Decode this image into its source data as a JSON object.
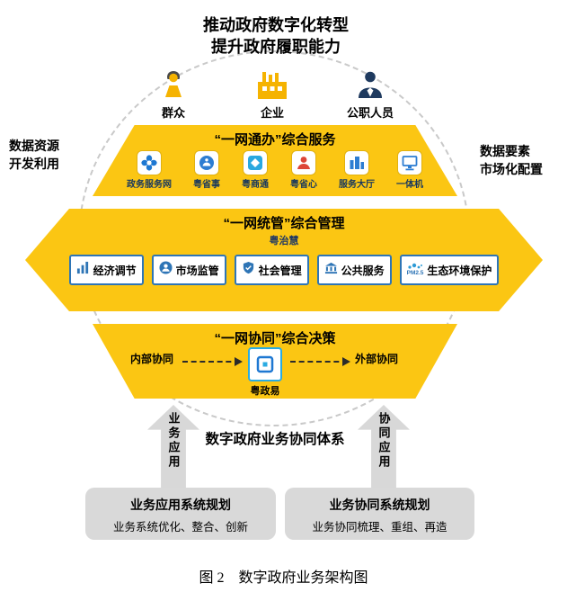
{
  "header": {
    "title_line1": "推动政府数字化转型",
    "title_line2": "提升政府履职能力"
  },
  "actors": [
    {
      "label": "群众"
    },
    {
      "label": "企业"
    },
    {
      "label": "公职人员"
    }
  ],
  "sides": {
    "left_line1": "数据资源",
    "left_line2": "开发利用",
    "right_line1": "数据要素",
    "right_line2": "市场化配置"
  },
  "service_band": {
    "title": "“一网通办”综合服务",
    "apps": [
      "政务服务网",
      "粤省事",
      "粤商通",
      "粤省心",
      "服务大厅",
      "一体机"
    ]
  },
  "manage_band": {
    "title": "“一网统管”综合管理",
    "subtitle": "粤治慧",
    "domains": [
      "经济调节",
      "市场监管",
      "社会管理",
      "公共服务",
      "生态环境保护"
    ],
    "pm_label": "PM2.5"
  },
  "decision_band": {
    "title": "“一网协同”综合决策",
    "left": "内部协同",
    "center": "粤政易",
    "right": "外部协同"
  },
  "system_title": "数字政府业务协同体系",
  "pillars": [
    {
      "arrow_label": "业务应用",
      "box_title": "业务应用系统规划",
      "box_desc": "业务系统优化、整合、创新"
    },
    {
      "arrow_label": "协同应用",
      "box_title": "业务协同系统规划",
      "box_desc": "业务协同梳理、重组、再造"
    }
  ],
  "caption": "图 2　数字政府业务架构图",
  "colors": {
    "band_yellow": "#FBC613",
    "box_gray": "#D9D9D9",
    "arrow_gray": "#D8D8D8",
    "icon_blue": "#2E75B6",
    "label_navy": "#17375E",
    "accent_cyan": "#29ABE2",
    "accent_red": "#DD4538",
    "actor_gold": "#F5B301",
    "circle_gray": "#C9C9C9"
  }
}
